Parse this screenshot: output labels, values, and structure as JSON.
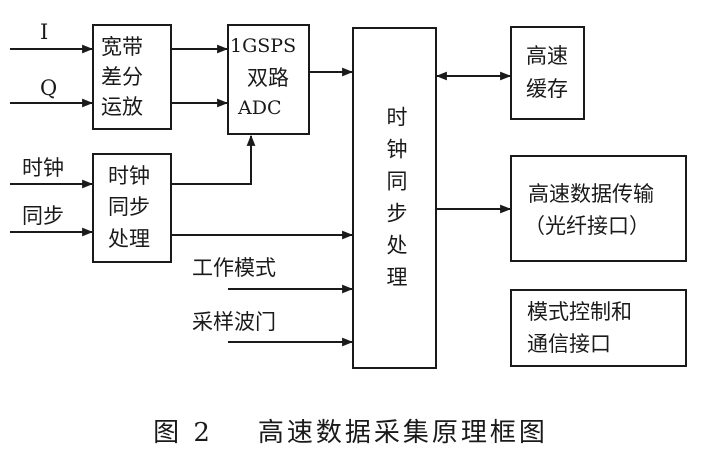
{
  "inputs": {
    "i": "I",
    "q": "Q",
    "clock": "时钟",
    "sync": "同步",
    "work_mode": "工作模式",
    "sampling_gate": "采样波门"
  },
  "blocks": {
    "amp": [
      "宽带",
      "差分",
      "运放"
    ],
    "adc": [
      "1GSPS",
      "双路",
      "ADC"
    ],
    "clock_sync_proc": [
      "时钟",
      "同步",
      "处理"
    ],
    "center": "时钟同步处理",
    "cache": [
      "高速",
      "缓存"
    ],
    "transfer": [
      "高速数据传输",
      "（光纤接口）"
    ],
    "mode_ctrl": [
      "模式控制和",
      "通信接口"
    ]
  },
  "caption": "图 2    高速数据采集原理框图"
}
